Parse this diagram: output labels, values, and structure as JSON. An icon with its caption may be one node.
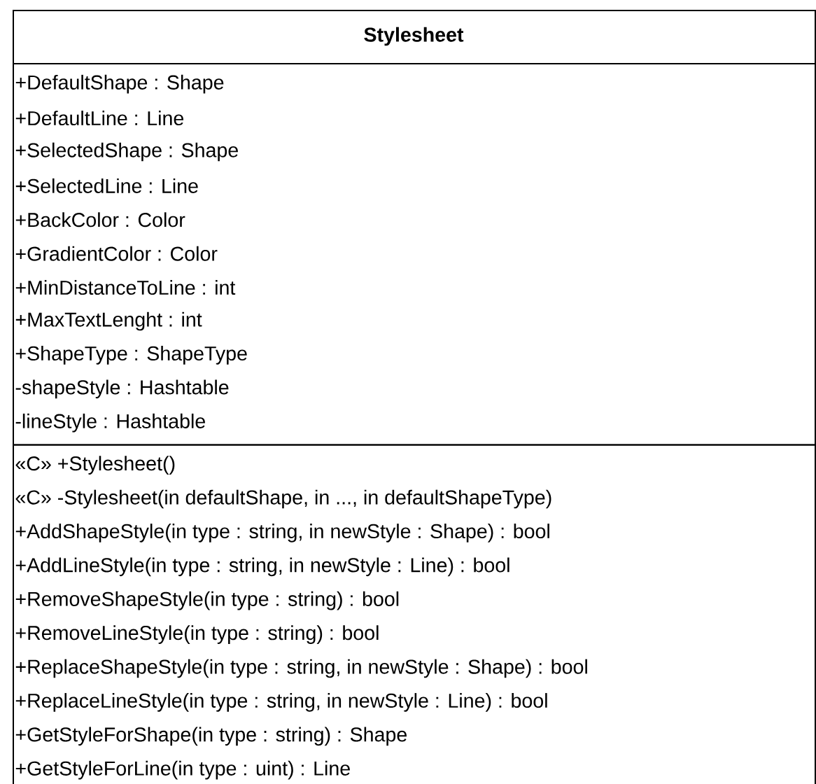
{
  "diagram": {
    "nodes": [
      {
        "text": [
          "Stylesheet"
        ]
      },
      {
        "text": [
          "+DefaultShape : Shape",
          "+DefaultLine : Line",
          "+SelectedShape : Shape",
          "+SelectedLine : Line",
          "+BackColor : Color",
          "+GradientColor : Color",
          "+MinDistanceToLine : int",
          "+MaxTextLenght : int",
          "+ShapeType : ShapeType",
          "-shapeStyle : Hashtable",
          "-lineStyle : Hashtable"
        ],
        "in": 0
      },
      {
        "text": [
          "«C» +Stylesheet()",
          "«C» -Stylesheet(in defaultShape, in ..., in defaultShapeType)",
          "+AddShapeStyle(in type : string, in newStyle : Shape) : bool",
          "+AddLineStyle(in type : string, in newStyle : Line) : bool",
          "+RemoveShapeStyle(in type : string) : bool",
          "+RemoveLineStyle(in type : string) : bool",
          "+ReplaceShapeStyle(in type : string, in newStyle : Shape) : bool",
          "+ReplaceLineStyle(in type : string, in newStyle : Line) : bool",
          "+GetStyleForShape(in type : string) : Shape",
          "+GetStyleForLine(in type : uint) : Line"
        ],
        "in": 0
      }
    ]
  }
}
